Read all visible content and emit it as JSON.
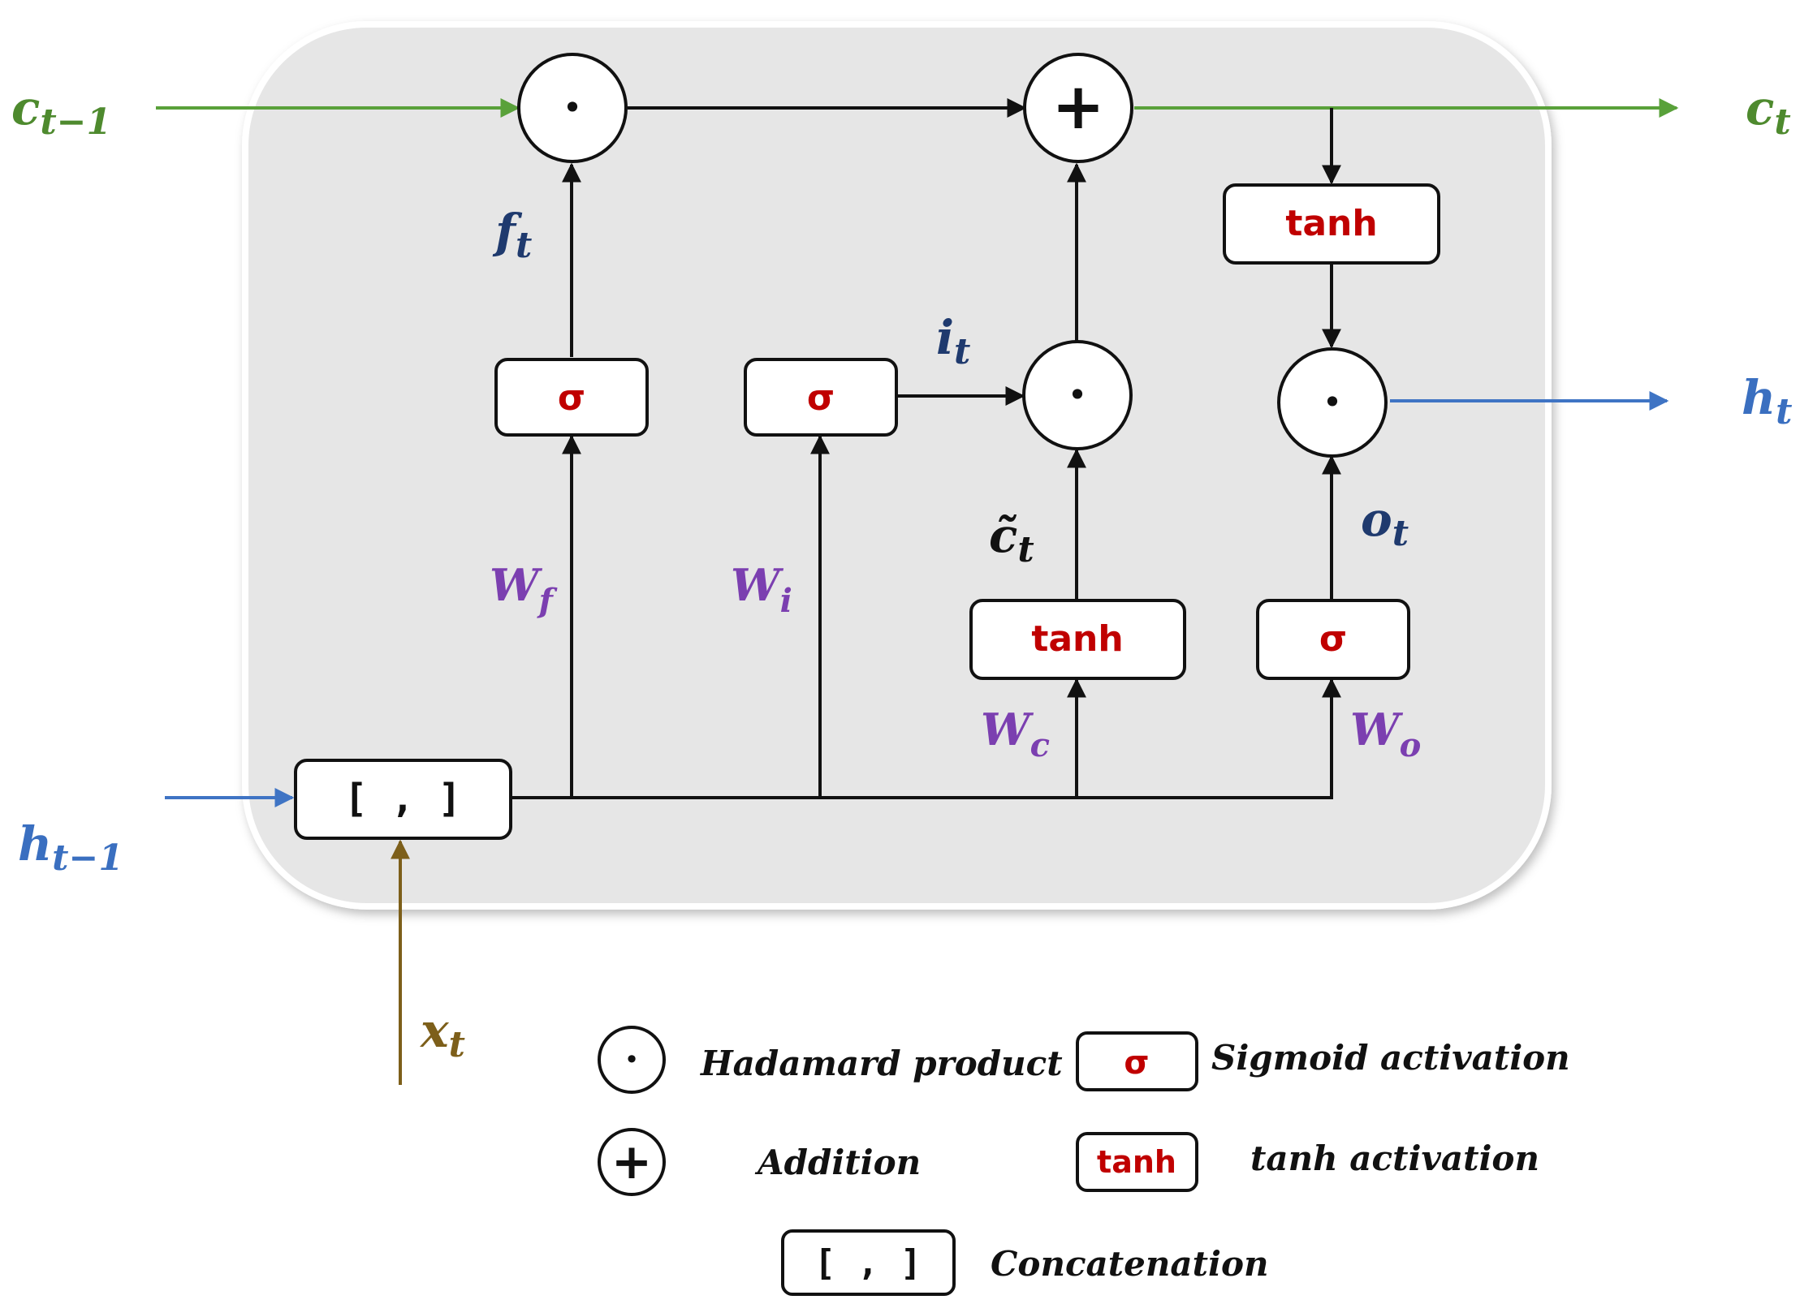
{
  "colors": {
    "cell": "#e6e6e6",
    "green": "#59a13a",
    "green_text": "#4e8a2e",
    "blue": "#3f74c4",
    "blue_text": "#3a6fc0",
    "gold": "#7d5f1a",
    "gold_text": "#7d5f1a",
    "navy": "#1f3a6e",
    "purple": "#7b3fb0",
    "red": "#c00000",
    "black": "#111111"
  },
  "symbols": {
    "hadamard": "•",
    "addition": "+"
  },
  "boxes": {
    "sigma": "σ",
    "tanh": "tanh",
    "concat": "[ , ]"
  },
  "vars": {
    "c_prev": {
      "base": "c",
      "sub": "t−1"
    },
    "c_t": {
      "base": "c",
      "sub": "t"
    },
    "h_prev": {
      "base": "h",
      "sub": "t−1"
    },
    "h_t": {
      "base": "h",
      "sub": "t"
    },
    "x_t": {
      "base": "x",
      "sub": "t"
    },
    "f_t": {
      "base": "f",
      "sub": "t"
    },
    "i_t": {
      "base": "i",
      "sub": "t"
    },
    "o_t": {
      "base": "o",
      "sub": "t"
    },
    "c_tilde": {
      "base": "c̃",
      "sub": "t"
    },
    "W_f": {
      "base": "W",
      "sub": "f"
    },
    "W_i": {
      "base": "W",
      "sub": "i"
    },
    "W_c": {
      "base": "W",
      "sub": "c"
    },
    "W_o": {
      "base": "W",
      "sub": "o"
    }
  },
  "legend": {
    "hadamard": "Hadamard product",
    "addition": "Addition",
    "sigmoid": "Sigmoid activation",
    "tanh": "tanh activation",
    "concat": "Concatenation"
  }
}
